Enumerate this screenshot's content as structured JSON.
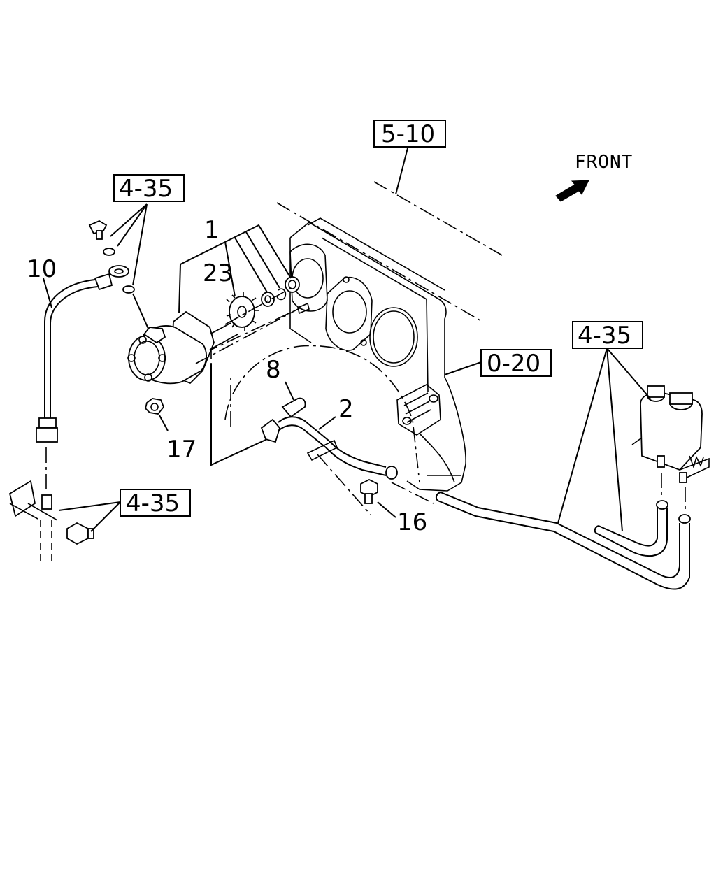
{
  "diagram": {
    "orientation_label": "FRONT",
    "reference_boxes": {
      "engine_ref": "5-10",
      "housing_ref": "0-20",
      "pump_bolts_ref": "4-35",
      "bracket_ref": "4-35",
      "reservoir_ref": "4-35"
    },
    "part_numbers": {
      "pump_assembly": "1",
      "pipe": "2",
      "plug": "8",
      "hose": "10",
      "bolt": "16",
      "nut": "17",
      "gear": "23"
    },
    "icons": {
      "front_arrow": "arrow-icon"
    }
  }
}
